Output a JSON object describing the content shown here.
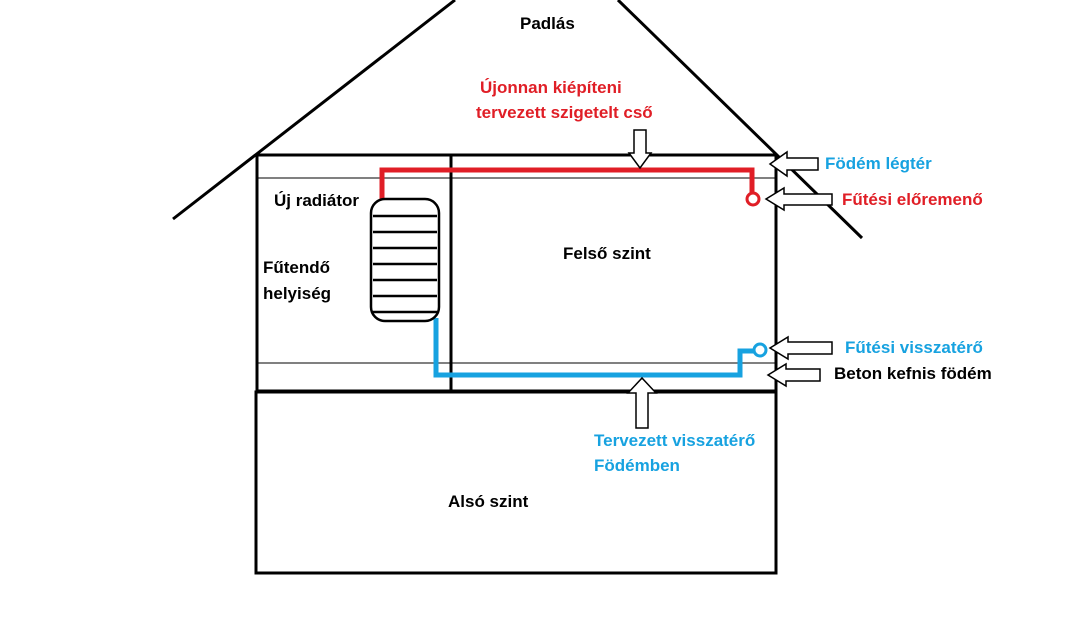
{
  "labels": {
    "attic": "Padlás",
    "new_pipe_line1": "Újonnan kiépíteni",
    "new_pipe_line2": "tervezett szigetelt cső",
    "ceiling_air": "Födém légtér",
    "new_radiator": "Új radiátor",
    "heating_flow": "Fűtési előremenő",
    "upper_level": "Felső szint",
    "heated_room_line1": "Fűtendő",
    "heated_room_line2": "helyiség",
    "heating_return": "Fűtési visszatérő",
    "concrete_slab": "Beton kefnis födém",
    "planned_return_line1": "Tervezett visszatérő",
    "planned_return_line2": "Födémben",
    "lower_level": "Alsó szint"
  },
  "colors": {
    "outline": "#000000",
    "flow_pipe": "#e01e26",
    "return_pipe": "#17a2e0",
    "background": "#ffffff"
  }
}
